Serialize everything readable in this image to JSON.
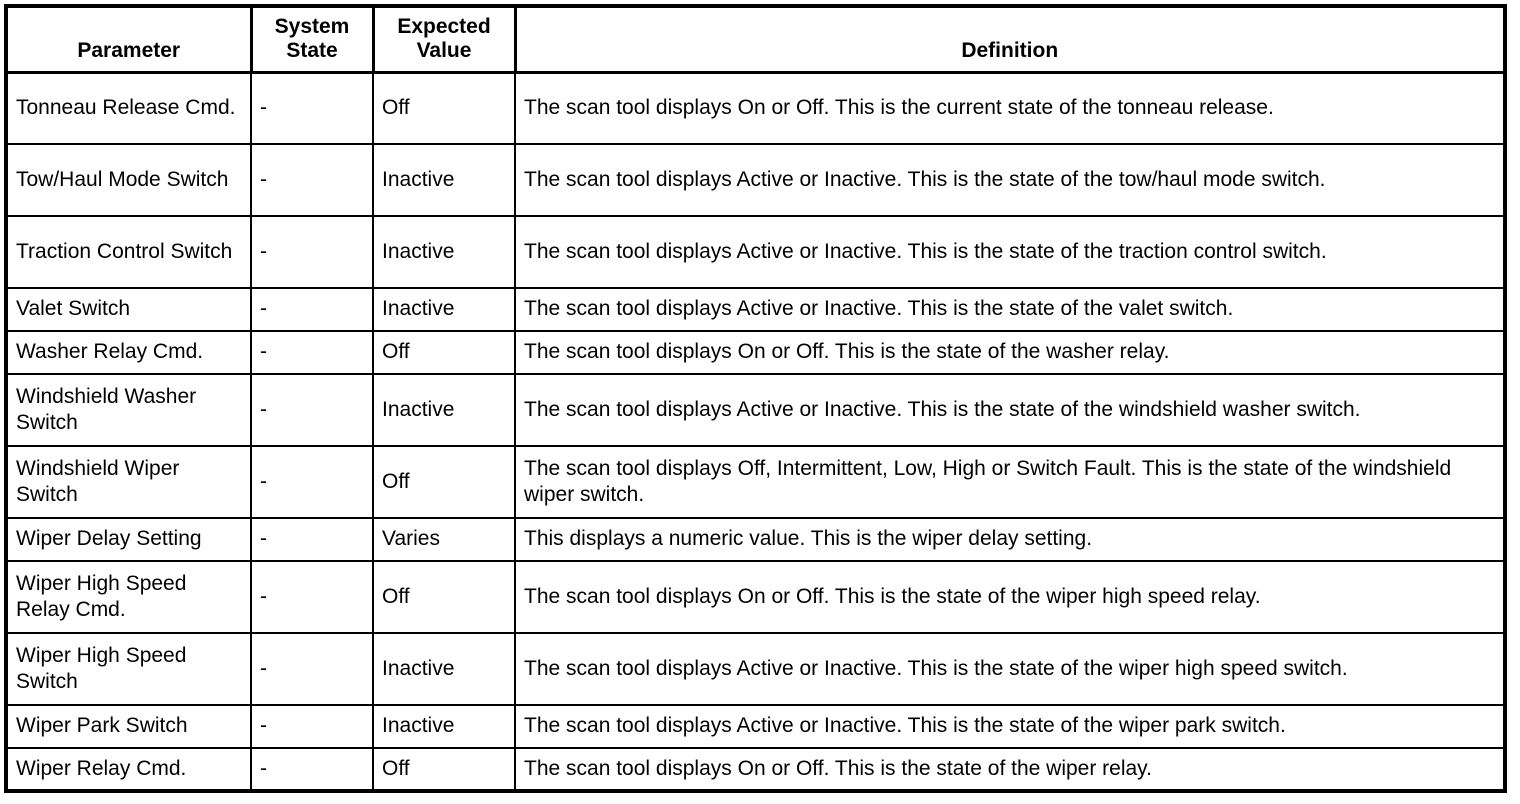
{
  "table": {
    "columns": [
      {
        "key": "parameter",
        "label": "Parameter"
      },
      {
        "key": "system_state",
        "label": "System\nState"
      },
      {
        "key": "expected_value",
        "label": "Expected\nValue"
      },
      {
        "key": "definition",
        "label": "Definition"
      }
    ],
    "header": {
      "parameter": "Parameter",
      "system_state_line1": "System",
      "system_state_line2": "State",
      "expected_value_line1": "Expected",
      "expected_value_line2": "Value",
      "definition": "Definition"
    },
    "rows": [
      {
        "parameter": "Tonneau Release Cmd.",
        "system_state": "-",
        "expected_value": "Off",
        "definition": "The scan tool displays On or Off. This is the current state of the tonneau release."
      },
      {
        "parameter": "Tow/Haul Mode Switch",
        "system_state": "-",
        "expected_value": "Inactive",
        "definition": "The scan tool displays Active or Inactive. This is the state of the tow/haul mode switch."
      },
      {
        "parameter": "Traction Control Switch",
        "system_state": "-",
        "expected_value": "Inactive",
        "definition": "The scan tool displays Active or Inactive. This is the state of the traction control switch."
      },
      {
        "parameter": "Valet Switch",
        "system_state": "-",
        "expected_value": "Inactive",
        "definition": "The scan tool displays Active or Inactive. This is the state of the valet switch."
      },
      {
        "parameter": "Washer Relay Cmd.",
        "system_state": "-",
        "expected_value": "Off",
        "definition": "The scan tool displays On or Off. This is the state of the washer relay."
      },
      {
        "parameter": "Windshield Washer Switch",
        "system_state": "-",
        "expected_value": "Inactive",
        "definition": "The scan tool displays Active or Inactive. This is the state of the windshield washer switch."
      },
      {
        "parameter": "Windshield Wiper Switch",
        "system_state": "-",
        "expected_value": "Off",
        "definition": "The scan tool displays Off, Intermittent, Low, High or Switch Fault. This is the state of the windshield wiper switch."
      },
      {
        "parameter": "Wiper Delay Setting",
        "system_state": "-",
        "expected_value": "Varies",
        "definition": "This displays a numeric value. This is the wiper delay setting."
      },
      {
        "parameter": "Wiper High Speed Relay Cmd.",
        "system_state": "-",
        "expected_value": "Off",
        "definition": "The scan tool displays On or Off. This is the state of the wiper high speed relay."
      },
      {
        "parameter": "Wiper High Speed Switch",
        "system_state": "-",
        "expected_value": "Inactive",
        "definition": "The scan tool displays Active or Inactive. This is the state of the wiper high speed switch."
      },
      {
        "parameter": "Wiper Park Switch",
        "system_state": "-",
        "expected_value": "Inactive",
        "definition": "The scan tool displays Active or Inactive. This is the state of the wiper park switch."
      },
      {
        "parameter": "Wiper Relay Cmd.",
        "system_state": "-",
        "expected_value": "Off",
        "definition": "The scan tool displays On or Off. This is the state of the wiper relay."
      }
    ]
  },
  "style": {
    "text_color": "#000000",
    "background_color": "#ffffff",
    "border_color": "#000000"
  }
}
